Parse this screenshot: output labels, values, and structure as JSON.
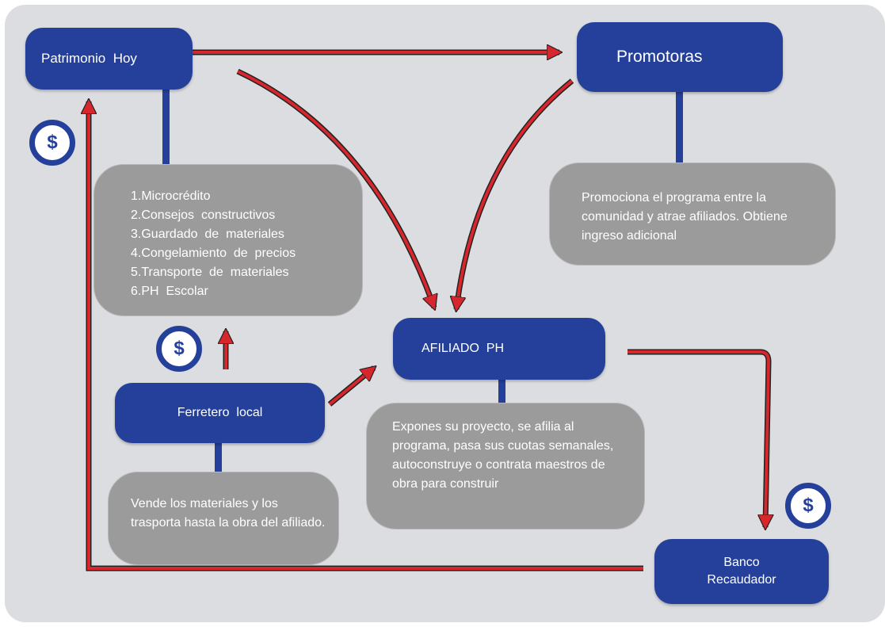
{
  "colors": {
    "node": "#25409a",
    "note": "#9b9b9b",
    "arrow": "#d8262d",
    "background": "#dcdde0"
  },
  "nodes": {
    "patrimonio": "Patrimonio  Hoy",
    "promotoras": "Promotoras",
    "afiliado": "AFILIADO  PH",
    "ferretero": "Ferretero  local",
    "banco": "Banco Recaudador"
  },
  "notes": {
    "patrimonio_services": [
      "1.Microcrédito",
      "2.Consejos  constructivos",
      "3.Guardado  de  materiales",
      "4.Congelamiento  de  precios",
      "5.Transporte  de  materiales",
      "6.PH  Escolar"
    ],
    "promotoras": "Promociona el programa entre la comunidad y atrae afiliados. Obtiene ingreso adicional",
    "afiliado": "Expones su proyecto, se afilia al programa, pasa sus cuotas semanales, autoconstruye o contrata maestros de obra para construir",
    "ferretero": "Vende los materiales y los trasporta hasta la obra del afiliado."
  },
  "money_symbol": "$"
}
